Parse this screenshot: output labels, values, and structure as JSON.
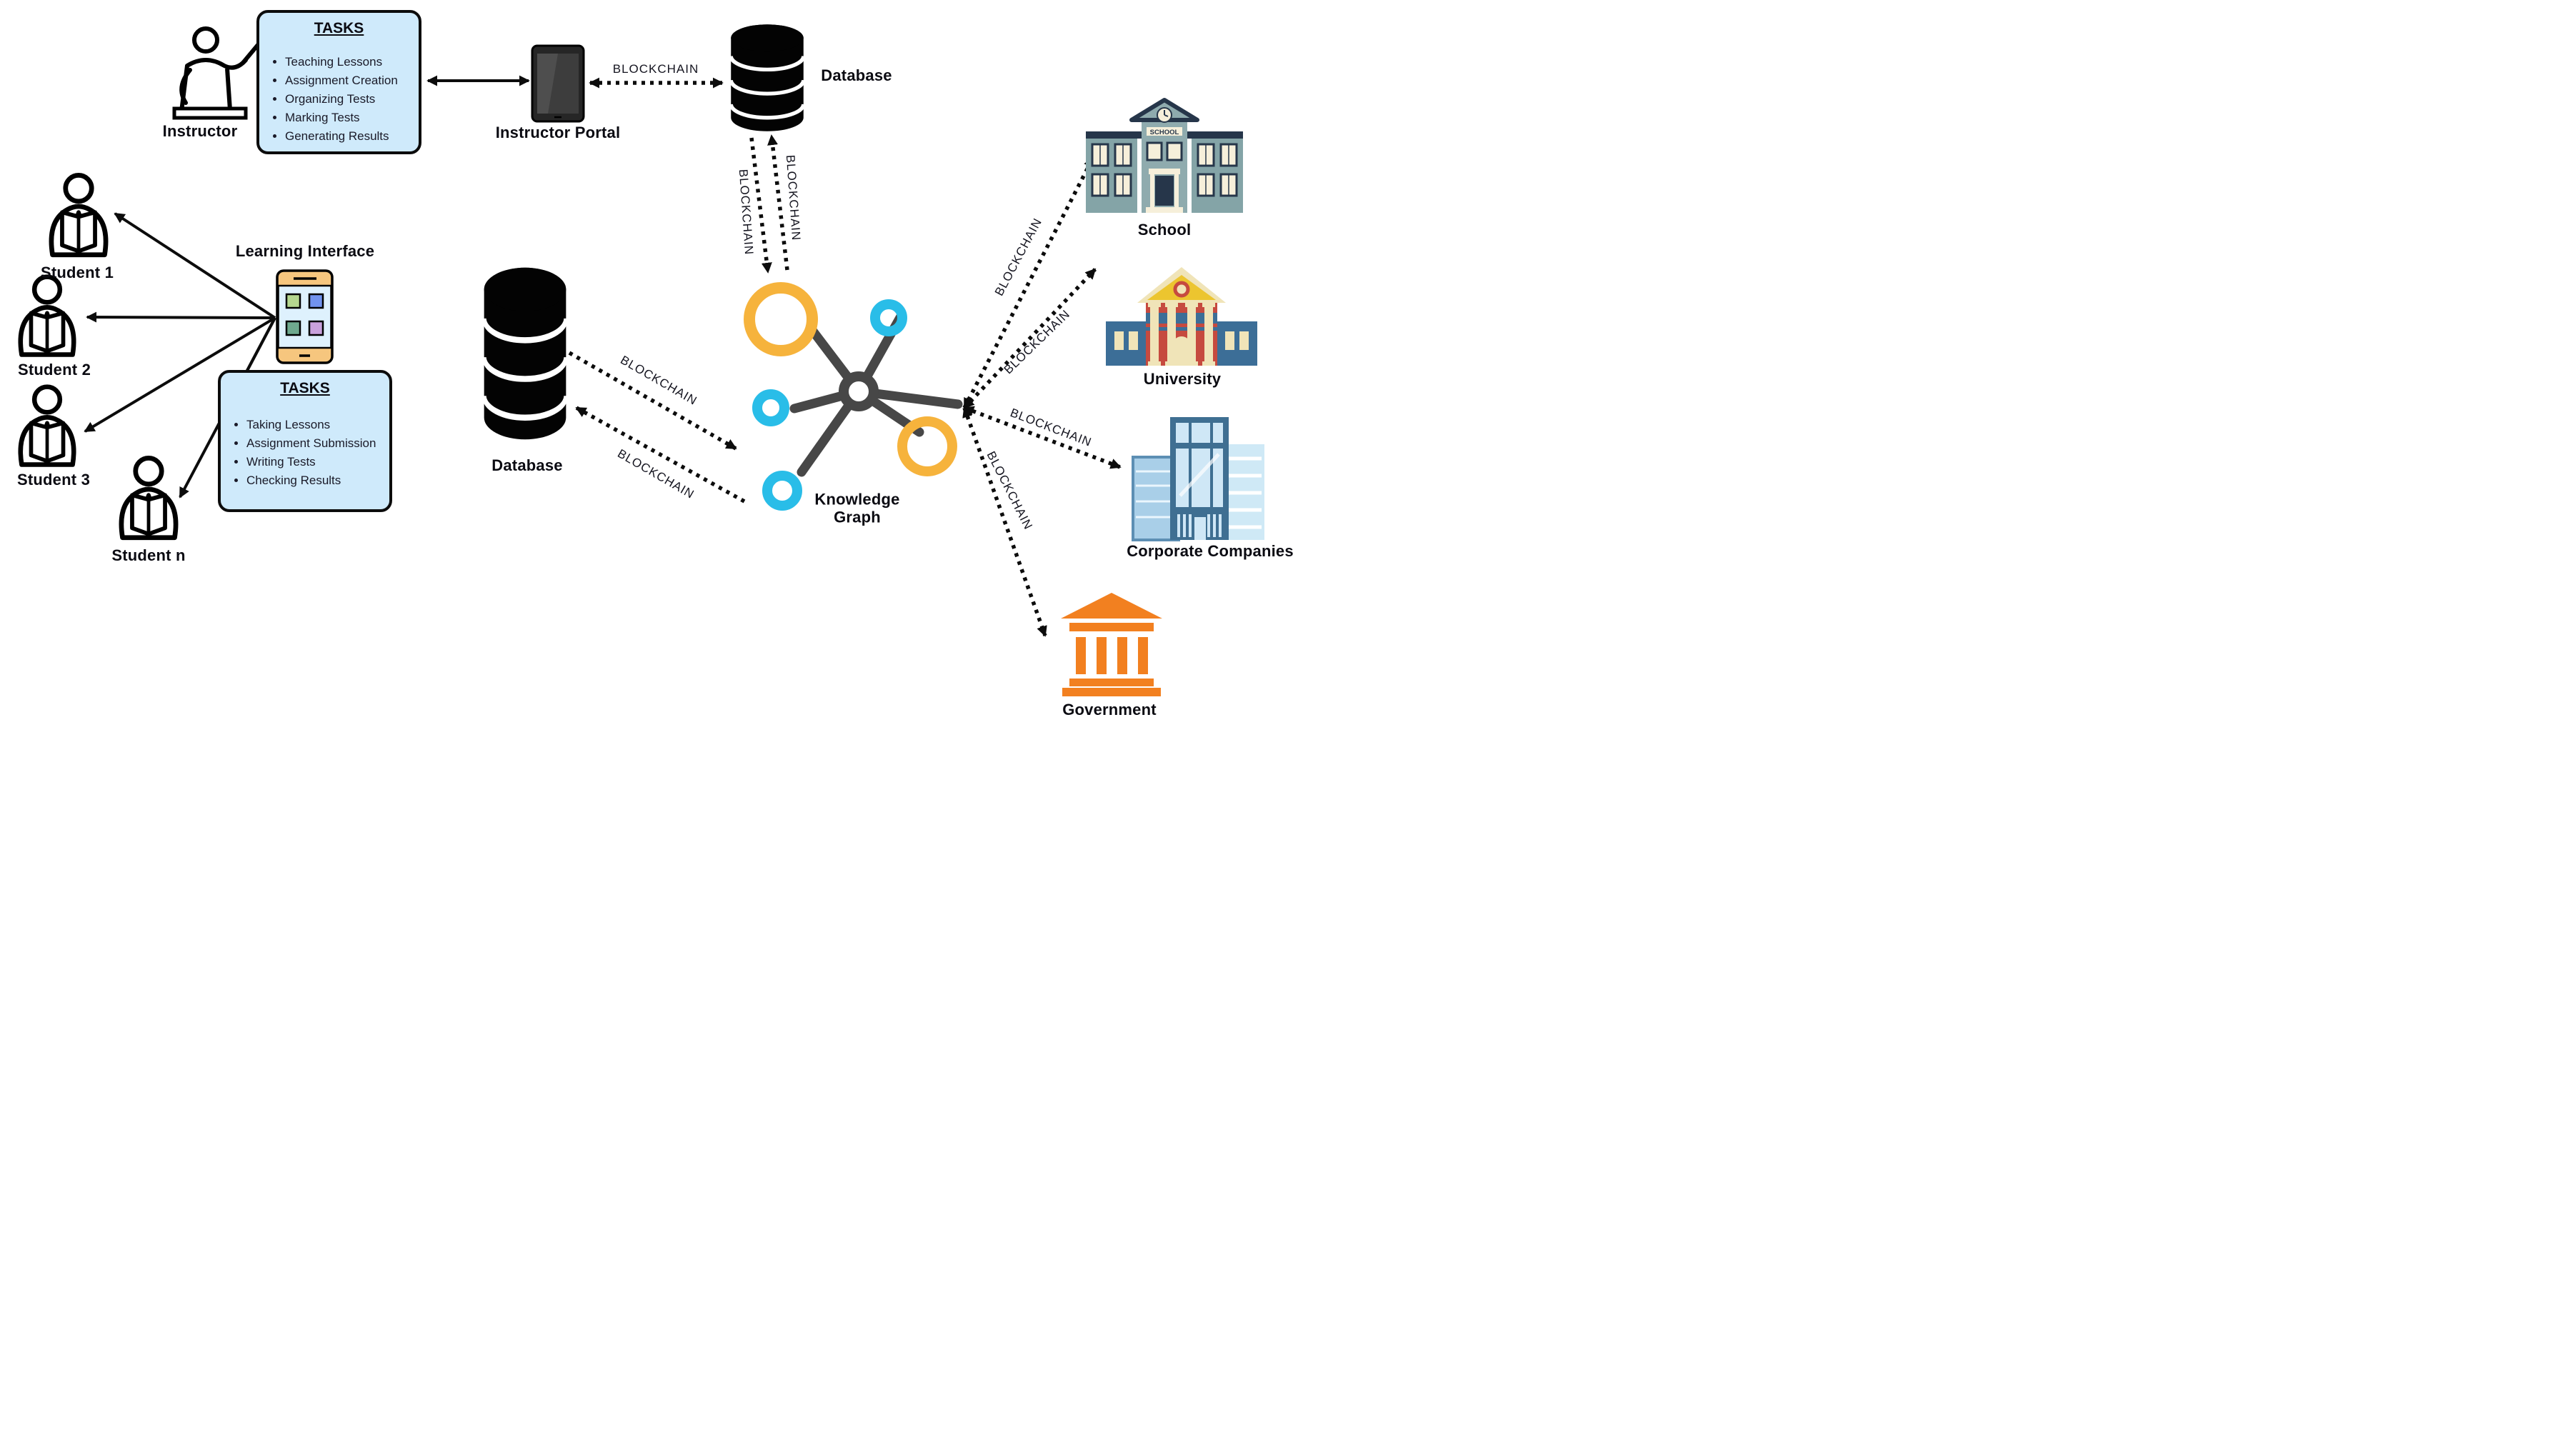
{
  "diagram": {
    "edge_label": "BLOCKCHAIN",
    "instructor": {
      "label": "Instructor"
    },
    "instructor_tasks": {
      "title": "TASKS",
      "items": [
        "Teaching Lessons",
        "Assignment Creation",
        "Organizing Tests",
        "Marking Tests",
        "Generating Results"
      ]
    },
    "instructor_portal": {
      "label": "Instructor Portal"
    },
    "database_top": {
      "label": "Database"
    },
    "database_mid": {
      "label": "Database"
    },
    "learning_interface": {
      "label": "Learning Interface"
    },
    "students": [
      {
        "label": "Student 1"
      },
      {
        "label": "Student 2"
      },
      {
        "label": "Student 3"
      },
      {
        "label": "Student n"
      }
    ],
    "student_tasks": {
      "title": "TASKS",
      "items": [
        "Taking Lessons",
        "Assignment Submission",
        "Writing Tests",
        "Checking Results"
      ]
    },
    "knowledge_graph": {
      "label": "Knowledge Graph"
    },
    "institutions": [
      {
        "label": "School",
        "sign": "SCHOOL"
      },
      {
        "label": "University"
      },
      {
        "label": "Corporate Companies"
      },
      {
        "label": "Government"
      }
    ],
    "colors": {
      "task_box_bg": "#cfeafb",
      "kg_orange": "#f6b33c",
      "kg_cyan": "#29bde8",
      "phone_orange": "#f6c67e",
      "government_orange": "#f28020",
      "school_wall": "#84a4a7",
      "university_red": "#c64a3f",
      "university_blue": "#3c6e97",
      "corporate_blue": "#3f6f92"
    }
  }
}
